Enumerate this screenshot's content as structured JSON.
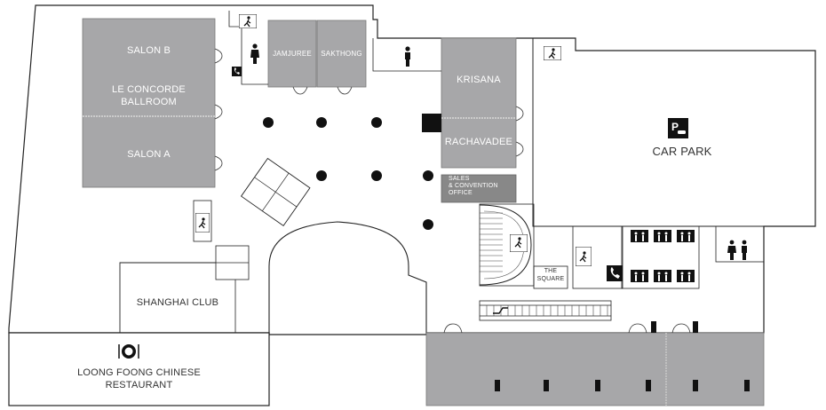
{
  "rooms": {
    "salon_b": "SALON B",
    "le_concorde": "LE CONCORDE",
    "ballroom": "BALLROOM",
    "salon_a": "SALON A",
    "jamjuree": "JAMJUREE",
    "sakthong": "SAKTHONG",
    "krisana": "KRISANA",
    "rachavadee": "RACHAVADEE",
    "sales_office": [
      "SALES",
      "& CONVENTION",
      "OFFICE"
    ],
    "car_park": "CAR PARK",
    "the_square": [
      "THE",
      "SQUARE"
    ],
    "shanghai_club": "SHANGHAI CLUB",
    "restaurant": [
      "LOONG FOONG CHINESE",
      "RESTAURANT"
    ]
  },
  "colors": {
    "room_fill": "#a7a7a9",
    "dark_fill": "#888888",
    "wall": "#222222",
    "background": "#ffffff"
  },
  "icons": [
    "emergency-exit-icon",
    "restroom-icon",
    "phone-icon",
    "parking-icon",
    "elevator-icon",
    "escalator-icon",
    "restaurant-icon"
  ]
}
